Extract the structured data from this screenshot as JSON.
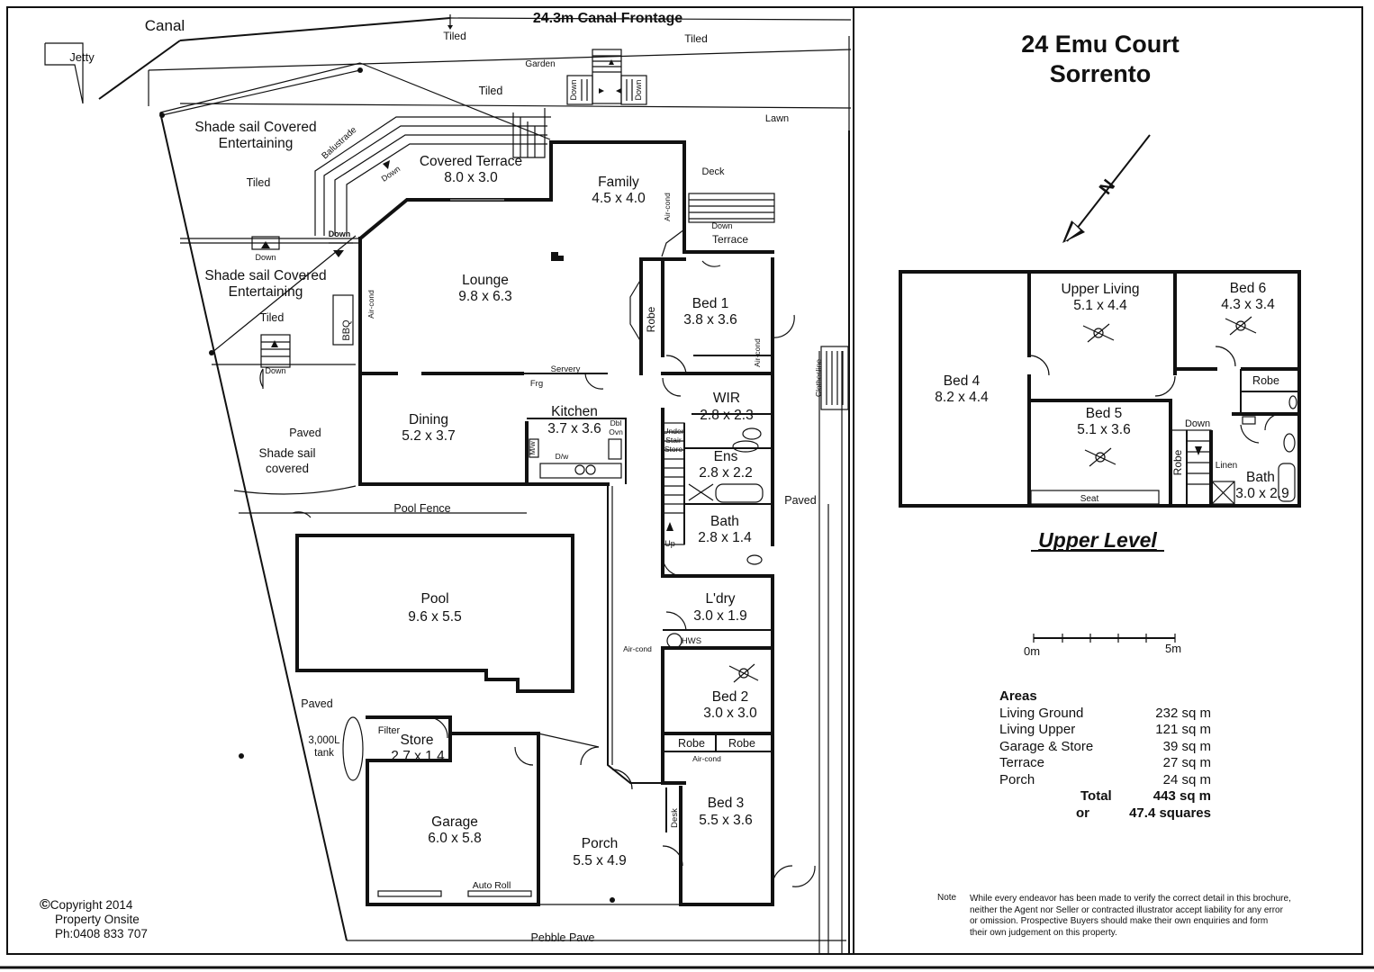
{
  "header": {
    "address_line1": "24 Emu Court",
    "address_line2": "Sorrento"
  },
  "compass": {
    "letter": "N"
  },
  "upper_level": {
    "caption": "Upper Level",
    "rooms": [
      {
        "name": "Bed 4",
        "size": "8.2 x 4.4"
      },
      {
        "name": "Upper Living",
        "size": "5.1 x 4.4"
      },
      {
        "name": "Bed 6",
        "size": "4.3 x 3.4"
      },
      {
        "name": "Bed 5",
        "size": "5.1 x 3.6"
      },
      {
        "name": "Bath",
        "size": "3.0 x 2.9"
      }
    ],
    "labels": {
      "robe1": "Robe",
      "robe2": "Robe",
      "down": "Down",
      "linen": "Linen",
      "seat": "Seat"
    }
  },
  "scale": {
    "start": "0m",
    "end": "5m"
  },
  "areas": {
    "heading": "Areas",
    "rows": [
      {
        "label": "Living Ground",
        "value": "232 sq m"
      },
      {
        "label": "Living Upper",
        "value": "121 sq m"
      },
      {
        "label": "Garage & Store",
        "value": "39 sq m"
      },
      {
        "label": "Terrace",
        "value": "27 sq m"
      },
      {
        "label": "Porch",
        "value": "24 sq m"
      }
    ],
    "total_label": "Total",
    "total_value": "443 sq m",
    "or_label": "or",
    "or_value": "47.4 squares"
  },
  "note": {
    "label": "Note",
    "text_lines": [
      "While every endeavor has been made to verify the correct detail in this brochure,",
      "neither the Agent nor Seller or contracted illustrator accept liability for any error",
      "or omission. Prospective Buyers should make their own enquiries and form",
      "their own judgement on this property."
    ]
  },
  "copyright": {
    "symbol": "©",
    "line1": "Copyright 2014",
    "line2": "Property Onsite",
    "line3": "Ph:0408 833 707"
  },
  "ground": {
    "canal": "Canal",
    "frontage": "24.3m Canal Frontage",
    "jetty": "Jetty",
    "tiled": "Tiled",
    "garden": "Garden",
    "lawn": "Lawn",
    "deck": "Deck",
    "terrace": "Terrace",
    "balustrade": "Balustrade",
    "down": "Down",
    "shade1_a": "Shade sail Covered",
    "shade1_b": "Entertaining",
    "shade2_a": "Shade sail Covered",
    "shade2_b": "Entertaining",
    "paved": "Paved",
    "shade3_a": "Shade sail",
    "shade3_b": "covered",
    "pool_fence": "Pool Fence",
    "bbq": "BBQ",
    "aircond": "Air-cond",
    "servery": "Servery",
    "frg": "Frg",
    "mw": "M/w",
    "dbl_oven_a": "Dbl",
    "dbl_oven_b": "Ovn",
    "dw": "D/w",
    "under_stair_a": "Under",
    "under_stair_b": "Stair",
    "under_stair_c": "Store",
    "up": "Up",
    "clothesline": "Clothesline",
    "robe": "Robe",
    "hws": "HWS",
    "desk": "Desk",
    "filter": "Filter",
    "tank_a": "3,000L",
    "tank_b": "tank",
    "auto_roll": "Auto Roll",
    "pebble_pave": "Pebble Pave",
    "rooms": [
      {
        "name": "Covered Terrace",
        "size": "8.0 x 3.0"
      },
      {
        "name": "Family",
        "size": "4.5 x 4.0"
      },
      {
        "name": "Lounge",
        "size": "9.8 x 6.3"
      },
      {
        "name": "Bed 1",
        "size": "3.8 x 3.6"
      },
      {
        "name": "WIR",
        "size": "2.8 x 2.3"
      },
      {
        "name": "Ens",
        "size": "2.8 x 2.2"
      },
      {
        "name": "Dining",
        "size": "5.2 x 3.7"
      },
      {
        "name": "Kitchen",
        "size": "3.7 x 3.6"
      },
      {
        "name": "Bath",
        "size": "2.8 x 1.4"
      },
      {
        "name": "Pool",
        "size": "9.6 x 5.5"
      },
      {
        "name": "L'dry",
        "size": "3.0 x 1.9"
      },
      {
        "name": "Bed 2",
        "size": "3.0 x 3.0"
      },
      {
        "name": "Bed 3",
        "size": "5.5 x 3.6"
      },
      {
        "name": "Store",
        "size": "2.7 x 1.4"
      },
      {
        "name": "Garage",
        "size": "6.0 x 5.8"
      },
      {
        "name": "Porch",
        "size": "5.5 x 4.9"
      }
    ]
  }
}
